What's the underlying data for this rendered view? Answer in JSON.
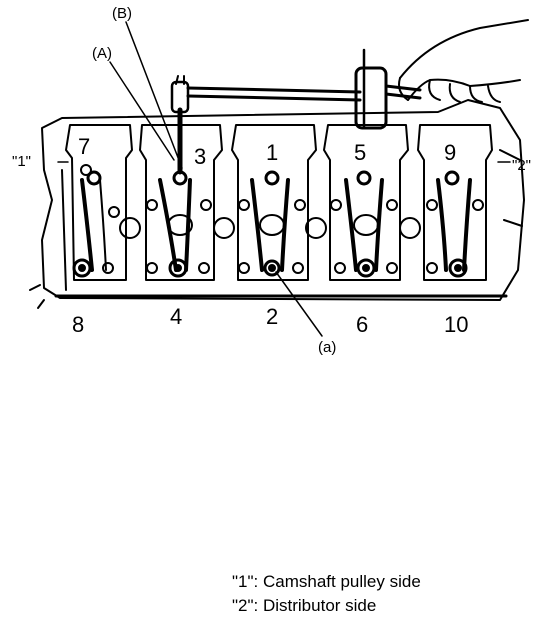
{
  "callouts": {
    "tool_b": "(B)",
    "tool_a": "(A)",
    "bolt_a": "(a)",
    "side_1": "\"1\"",
    "side_2": "\"2\""
  },
  "bolt_numbers": [
    "7",
    "3",
    "1",
    "5",
    "9",
    "8",
    "4",
    "2",
    "6",
    "10"
  ],
  "legend": [
    "\"1\": Camshaft pulley side",
    "\"2\": Distributor side"
  ]
}
